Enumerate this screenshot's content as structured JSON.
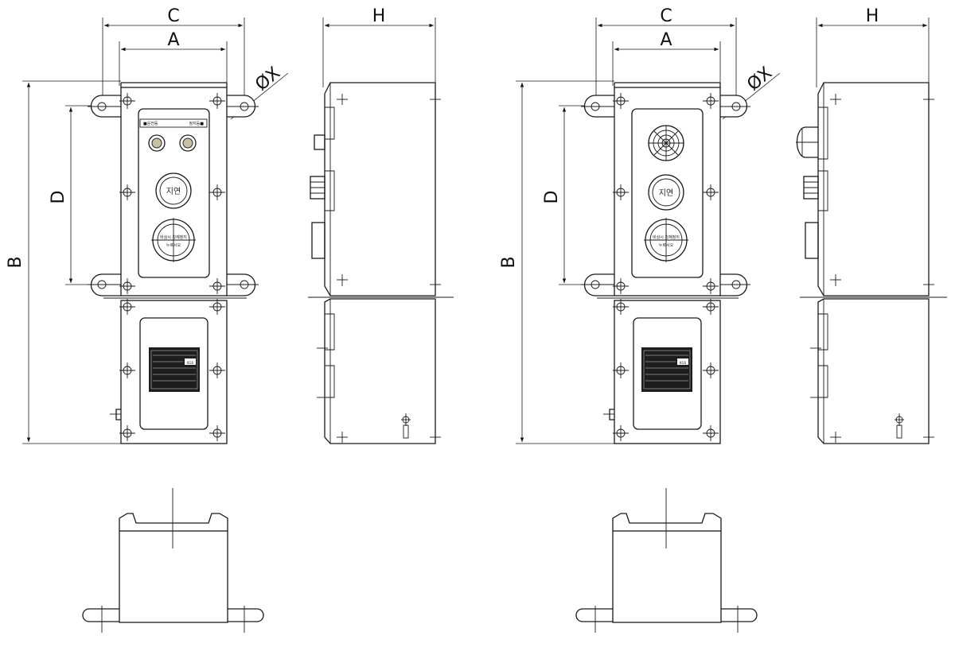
{
  "dimensions": {
    "C": "C",
    "A": "A",
    "H": "H",
    "X": "ØX",
    "D": "D",
    "B": "B"
  },
  "panel_left": {
    "lamp_strip_left": "■운전등",
    "lamp_strip_right": "정지등■",
    "button_label": "지연",
    "emergency_line1": "비상시 강제정지",
    "emergency_line2": "누르시오"
  },
  "panel_right": {
    "button_label": "지연",
    "emergency_line1": "비상시 강제정지",
    "emergency_line2": "누르시오"
  },
  "nameplate": {
    "logo": "KGS"
  }
}
